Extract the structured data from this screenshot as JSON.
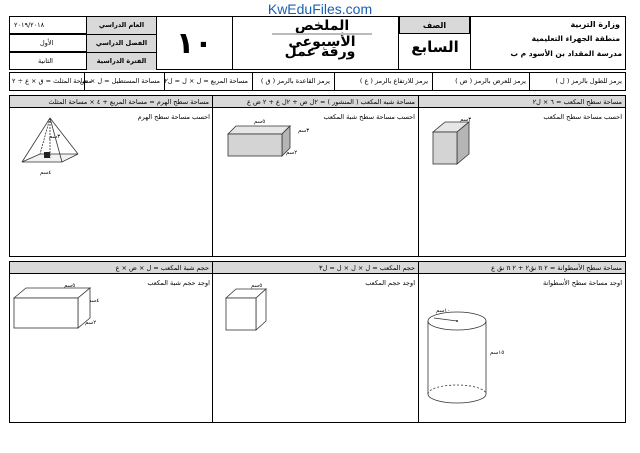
{
  "site_header": "KwEduFiles.com",
  "ministry": {
    "line1": "وزارة التربية",
    "line2": "منطقة الجهراء التعليمية",
    "line3": "مدرسة المقداد بن الأسود م ب"
  },
  "grade": {
    "label": "الصف",
    "value": "السابع"
  },
  "title": {
    "line1": "الملخص الأسبوعي",
    "line2": "ورقة عمل"
  },
  "week_number": "١٠",
  "info_table": [
    {
      "label": "العام الدراسي",
      "value": "٢٠١٩/٢٠١٨"
    },
    {
      "label": "الفصل الدراسي",
      "value": "الأول"
    },
    {
      "label": "الفترة الدراسية",
      "value": "الثانية"
    }
  ],
  "symbols_row": [
    "يرمز للطول بالرمز ( ل )",
    "يرمز للعرض بالرمز ( ض )",
    "يرمز للارتفاع بالرمز ( ع )",
    "يرمز القاعدة بالرمز ( ق )",
    "مساحة المربع = ل × ل = ل٢",
    "مساحة المستطيل = ل × ض",
    "مساحة المثلث = ق × ع ÷ ٢"
  ],
  "section1": {
    "cells": [
      {
        "formula": "مساحة سطح المكعب = ٦ × ل٢",
        "task": "احسب مساحة سطح المكعب",
        "dims": [
          "٣سم"
        ]
      },
      {
        "formula": "مساحة شبه المكعب ( المنشور ) = ٢ل ض + ٢ل ع + ٢ ض ع",
        "task": "احسب مساحة سطح شبة المكعب",
        "dims": [
          "٥سم",
          "٣سم",
          "٢سم"
        ]
      },
      {
        "formula": "مساحة سطح الهرم = مساحة المربع + ٤ × مساحة المثلث",
        "task": "احسب مساحة سطح الهرم",
        "dims": [
          "٣سم",
          "٤سم"
        ]
      }
    ]
  },
  "section2": {
    "cells": [
      {
        "formula": "مساحة سطح الأسطوانة = ٢ π نق٢ + ٢ π نق ع",
        "task": "اوجد مساحة سطح الأسطوانة",
        "dims": [
          "١٠سم",
          "١٥سم"
        ]
      },
      {
        "formula": "حجم المكعب = ل × ل × ل = ل٣",
        "task": "اوجد حجم المكعب",
        "dims": [
          "٥سم"
        ]
      },
      {
        "formula": "حجم شبة المكعب = ل × ض × ع",
        "task": "اوجد حجم شبة المكعب",
        "dims": [
          "٥سم",
          "٤سم",
          "٢سم"
        ]
      }
    ]
  }
}
